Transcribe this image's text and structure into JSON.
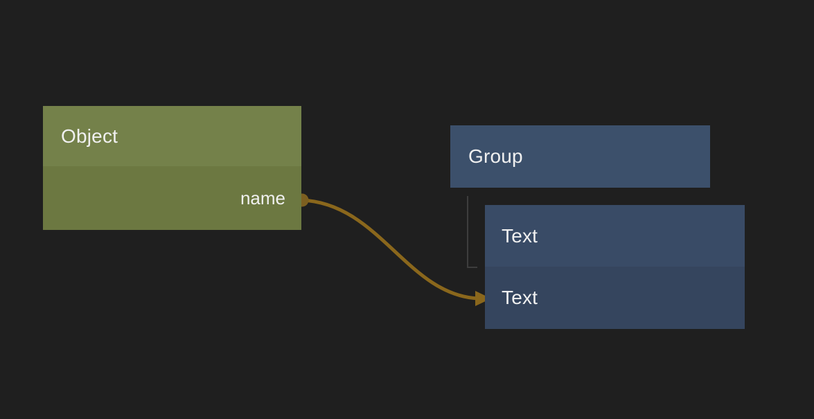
{
  "canvas": {
    "background": "#1f1f1f"
  },
  "colors": {
    "canvas_bg": "#1f1f1f",
    "object_header": "#74814a",
    "object_body": "#6c7841",
    "group_fill": "#3c506b",
    "text_row1": "#394b66",
    "text_row2": "#35455e",
    "wire": "#8a671c",
    "port": "#7c5f20",
    "tree_line": "#3d3d3d",
    "label": "#f0f0f0"
  },
  "nodes": {
    "object": {
      "title": "Object",
      "ports": {
        "output": {
          "label": "name",
          "side": "right"
        }
      }
    },
    "group": {
      "title": "Group"
    },
    "text": {
      "title": "Text",
      "row_label": "Text"
    }
  },
  "connection": {
    "from_node": "Object",
    "from_port": "name",
    "to_node": "Text"
  }
}
